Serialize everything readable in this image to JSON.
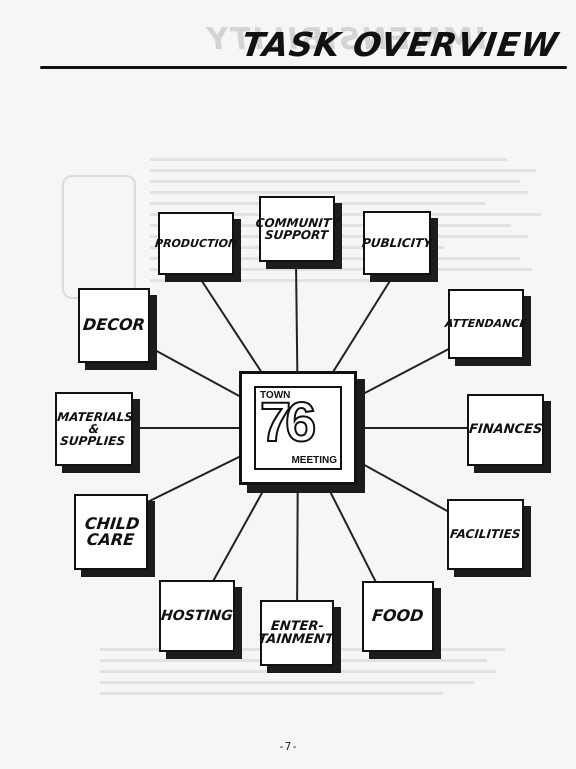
{
  "page": {
    "title": "TASK OVERVIEW",
    "page_number": "-7-"
  },
  "center": {
    "top_text": "TOWN",
    "number": "76",
    "bottom_text": "MEETING"
  },
  "tasks": [
    {
      "id": "community-support",
      "label": "COMMUNITY\nSUPPORT"
    },
    {
      "id": "production",
      "label": "PRODUCTION"
    },
    {
      "id": "publicity",
      "label": "PUBLICITY"
    },
    {
      "id": "decor",
      "label": "DECOR"
    },
    {
      "id": "attendance",
      "label": "ATTENDANCE"
    },
    {
      "id": "materials-supplies",
      "label": "MATERIALS\n&\nSUPPLIES"
    },
    {
      "id": "finances",
      "label": "FINANCES"
    },
    {
      "id": "child-care",
      "label": "CHILD\nCARE"
    },
    {
      "id": "facilities",
      "label": "FACILITIES"
    },
    {
      "id": "hosting",
      "label": "HOSTING"
    },
    {
      "id": "entertainment",
      "label": "ENTER-\nTAINMENT"
    },
    {
      "id": "food",
      "label": "FOOD"
    }
  ]
}
